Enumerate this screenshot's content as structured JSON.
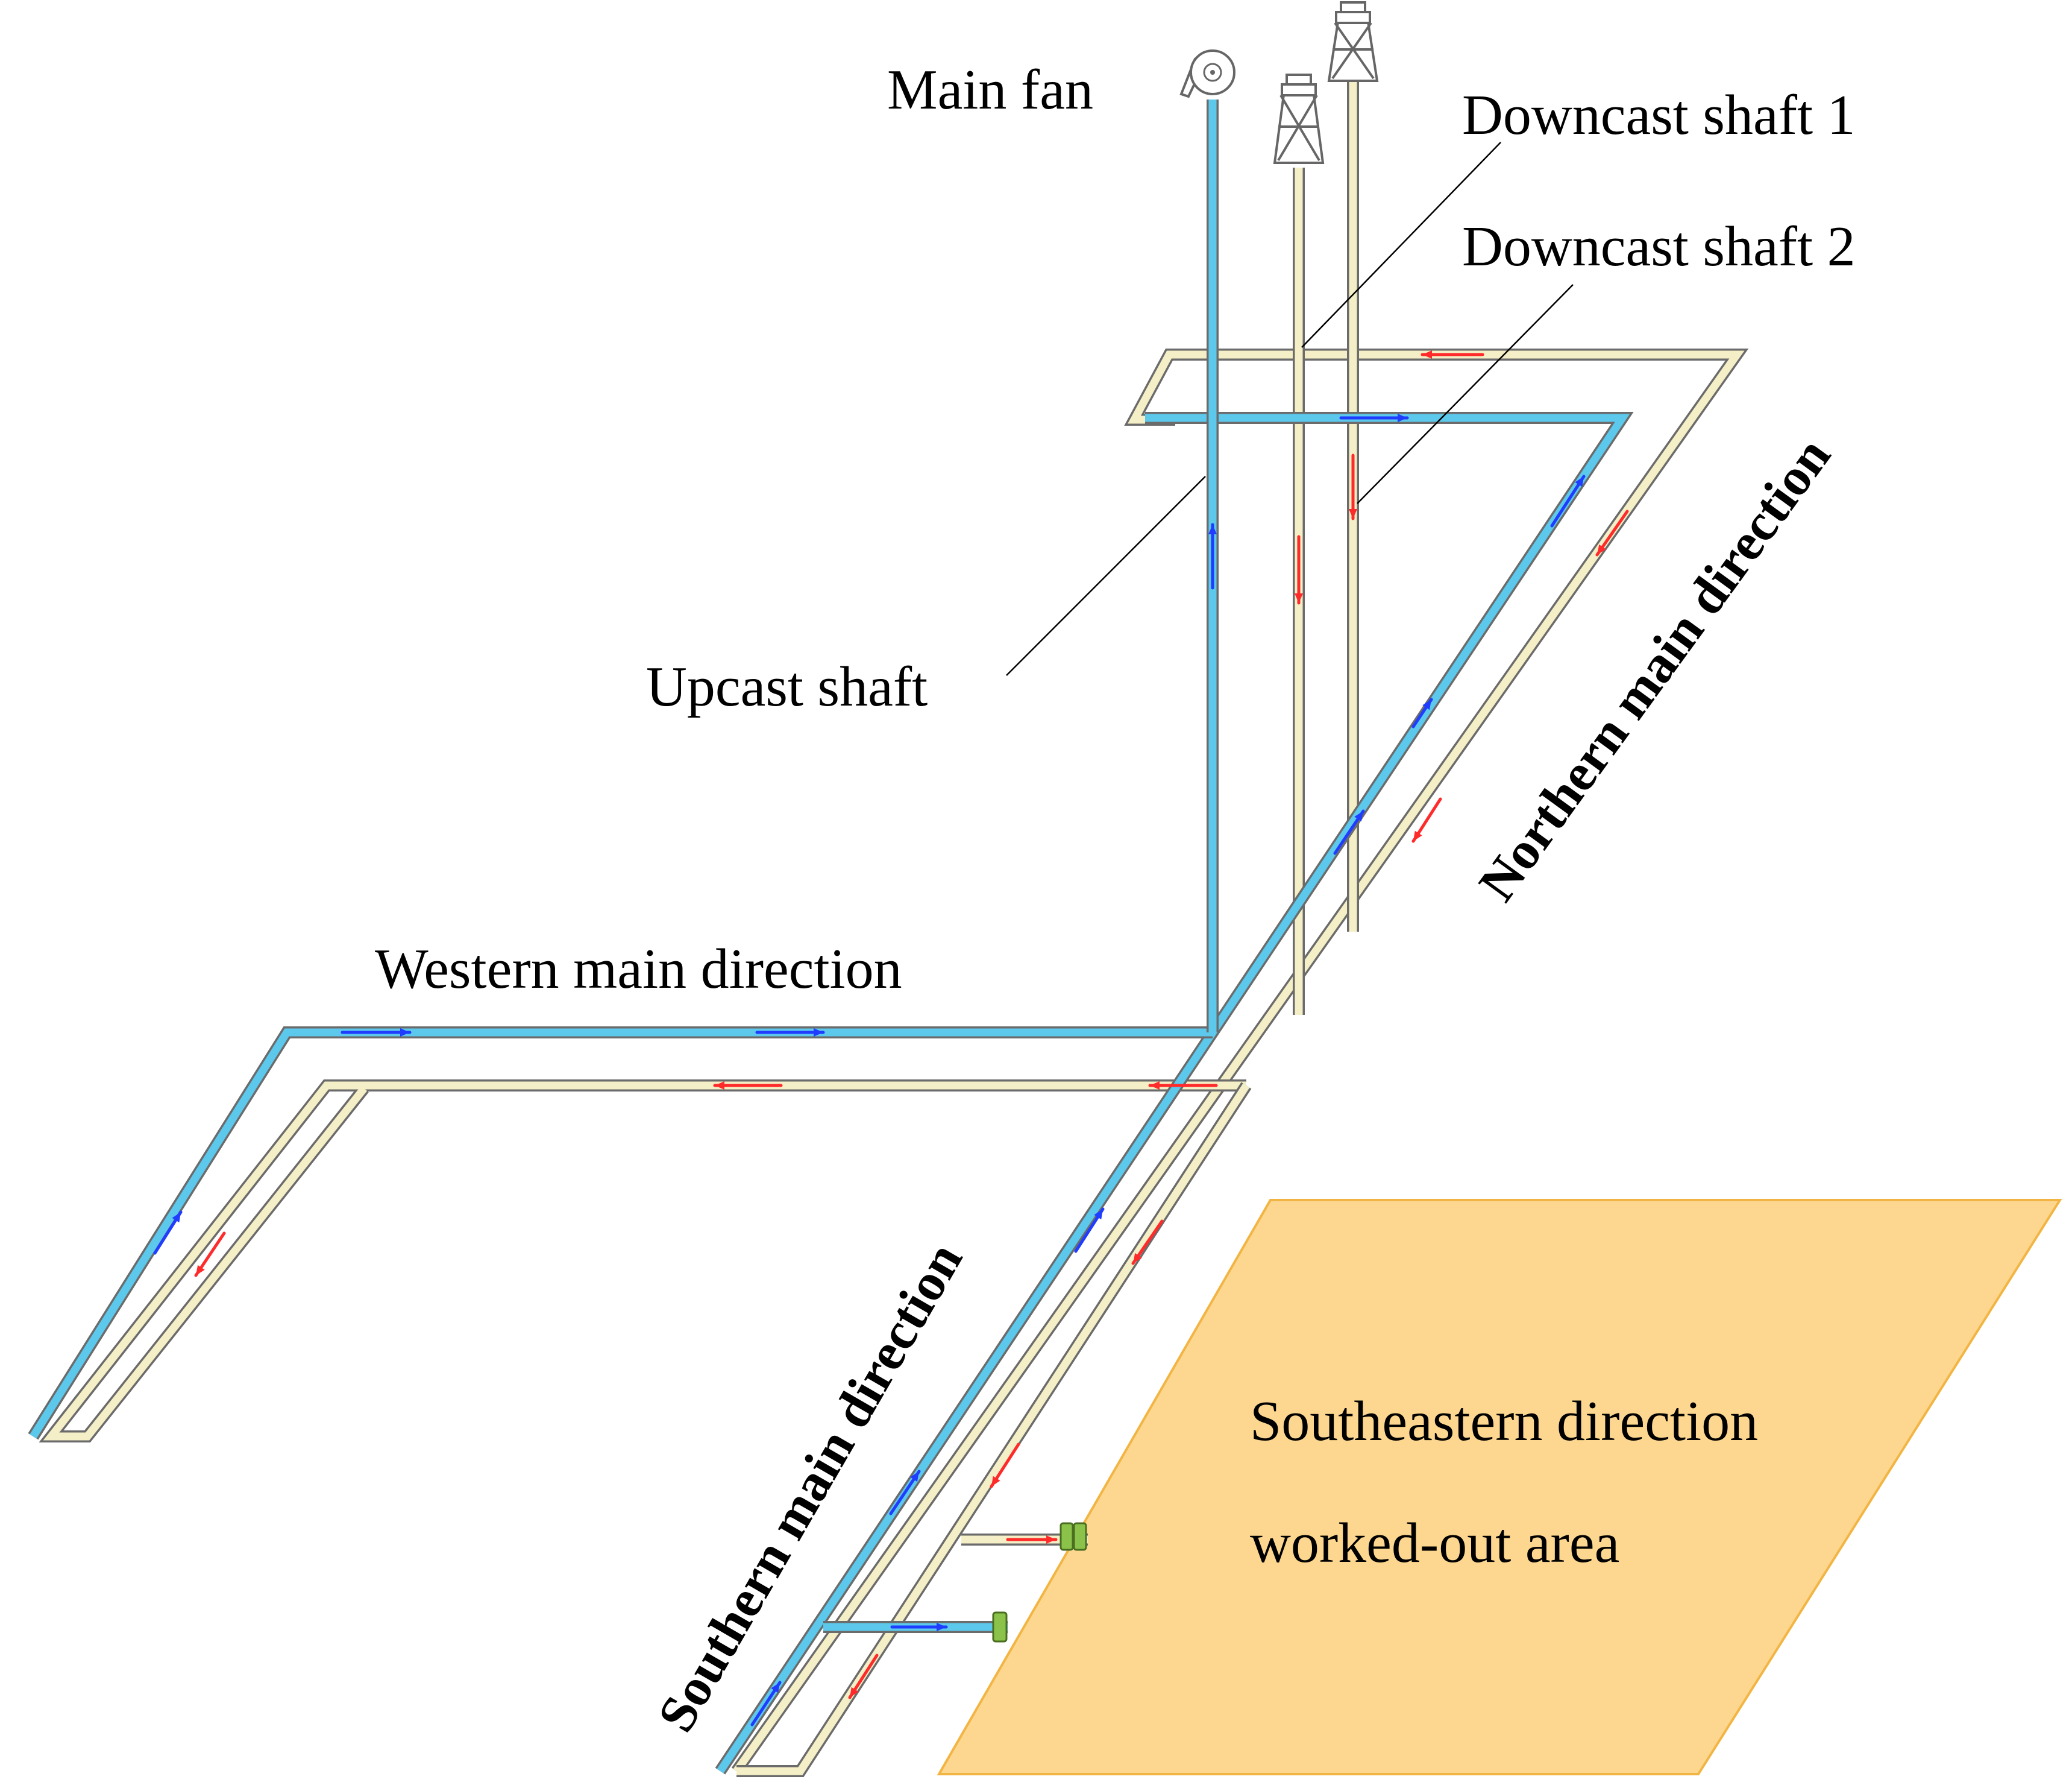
{
  "labels": {
    "main_fan": "Main fan",
    "downcast_shaft_1": "Downcast shaft 1",
    "downcast_shaft_2": "Downcast shaft 2",
    "upcast_shaft": "Upcast shaft",
    "western_main_direction": "Western main direction",
    "northern_main_direction": "Northern main direction",
    "southern_main_direction": "Southern main direction",
    "worked_out_area_line1": "Southeastern direction",
    "worked_out_area_line2": "worked-out area"
  },
  "colors": {
    "return_airway": "#5bc8ec",
    "intake_airway": "#f4efc6",
    "airway_outline": "#6b6b6b",
    "return_flow_arrow": "#1f3cff",
    "intake_flow_arrow": "#ff2a2a",
    "worked_out_area_fill": "#fdd78f",
    "worked_out_area_edge": "#f2b544",
    "seal": "#8bc34a"
  }
}
